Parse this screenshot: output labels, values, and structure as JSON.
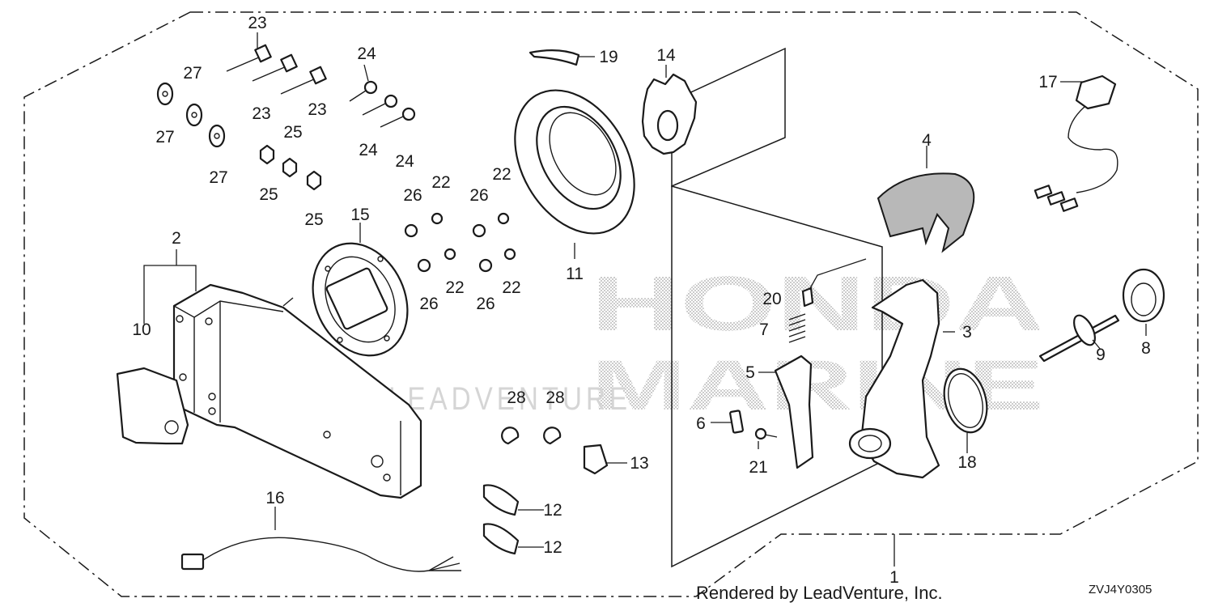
{
  "diagram": {
    "watermark": {
      "line1": "HONDA",
      "line2": "MARINE",
      "line3": "LEADVENTURE"
    },
    "credit": "Rendered by LeadVenture, Inc.",
    "diagram_code": "ZVJ4Y0305",
    "callouts": {
      "c1": "1",
      "c2": "2",
      "c3": "3",
      "c4": "4",
      "c5": "5",
      "c6": "6",
      "c7": "7",
      "c8": "8",
      "c9": "9",
      "c10": "10",
      "c11": "11",
      "c12a": "12",
      "c12b": "12",
      "c13": "13",
      "c14": "14",
      "c15": "15",
      "c16": "16",
      "c17": "17",
      "c18": "18",
      "c19": "19",
      "c20": "20",
      "c21": "21",
      "c22a": "22",
      "c22b": "22",
      "c22c": "22",
      "c22d": "22",
      "c23a": "23",
      "c23b": "23",
      "c23c": "23",
      "c24a": "24",
      "c24b": "24",
      "c24c": "24",
      "c25a": "25",
      "c25b": "25",
      "c25c": "25",
      "c26a": "26",
      "c26b": "26",
      "c26c": "26",
      "c26d": "26",
      "c27a": "27",
      "c27b": "27",
      "c27c": "27",
      "c28a": "28",
      "c28b": "28"
    }
  }
}
